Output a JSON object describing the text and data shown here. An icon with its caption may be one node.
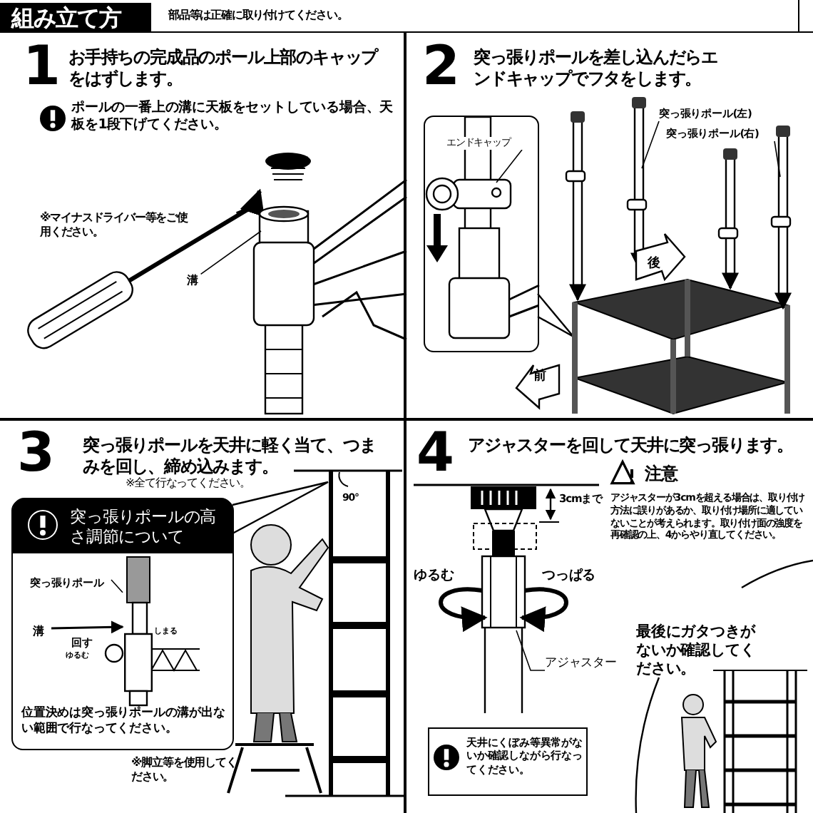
{
  "diagram": {
    "title": "組み立て方",
    "nodes": [
      {
        "text": [
          "1",
          "お手持ちの完成品のポール上部のキャップをはずします。"
        ]
      },
      {
        "text": [
          "2",
          "突っ張りポールを差し込んだらエンドキャップでフタをします。"
        ]
      },
      {
        "text": [
          "3",
          "突っ張りポールを天井に軽く当て、つまみを回し、締め込みます。"
        ]
      },
      {
        "text": [
          "4",
          "アジャスターを回して天井に突っ張ります。"
        ]
      },
      {
        "text": [
          "ポールの一番上の溝に天板をセットしている場合、天板を1段下げてください。"
        ],
        "in": 0
      },
      {
        "text": [
          "溝"
        ],
        "in": 0
      },
      {
        "text": [],
        "shape": "box",
        "in": 1
      },
      {
        "text": [
          "エンドキャップ"
        ],
        "in": 6
      },
      {
        "text": [
          "突っ張りポール(左)"
        ],
        "in": 1
      },
      {
        "text": [
          "突っ張りポール(右)"
        ],
        "in": 1
      },
      {
        "text": [
          "突っ張りポールの高さ調節について",
          "位置決めは突っ張りポールの溝が出ない範囲で行なってください。"
        ],
        "in": 2
      },
      {
        "text": [
          "突っ張りポール"
        ],
        "in": 10
      },
      {
        "text": [
          "溝"
        ],
        "in": 10
      },
      {
        "text": [
          "アジャスター"
        ],
        "in": 3
      },
      {
        "text": [
          "天井にくぼみ等異常がないか確認しながら行なってください。"
        ],
        "in": 3
      },
      {
        "text": [],
        "shape": "picture",
        "in": 10
      }
    ],
    "edges": [
      {
        "from": 5,
        "to": null,
        "arrow": "none"
      },
      {
        "from": 7,
        "to": null,
        "arrow": "none"
      },
      {
        "from": 8,
        "to": null,
        "arrow": "none"
      },
      {
        "from": 9,
        "to": null,
        "arrow": "none"
      },
      {
        "from": 11,
        "to": 15,
        "arrow": "none"
      },
      {
        "from": 12,
        "to": 15,
        "arrow": "to"
      },
      {
        "from": 13,
        "to": null,
        "arrow": "none"
      }
    ],
    "labels": [
      "部品等は正確に取り付けてください。",
      "※マイナスドライバー等をご使用ください。",
      "後",
      "前",
      "※全て行なってください。",
      "90°",
      "回す",
      "しまる",
      "ゆるむ",
      "※脚立等を使用してください。",
      "3cmまで",
      "ゆるむ",
      "つっぱる",
      "注意",
      "アジャスターが3cmを超える場合は、取り付け方法に誤りがあるか、取り付け場所に適していないことが考えられます。取り付け面の強度を再確認の上、**4**からやり直してください。",
      "最後にガタつきがないか確認してください。"
    ]
  }
}
